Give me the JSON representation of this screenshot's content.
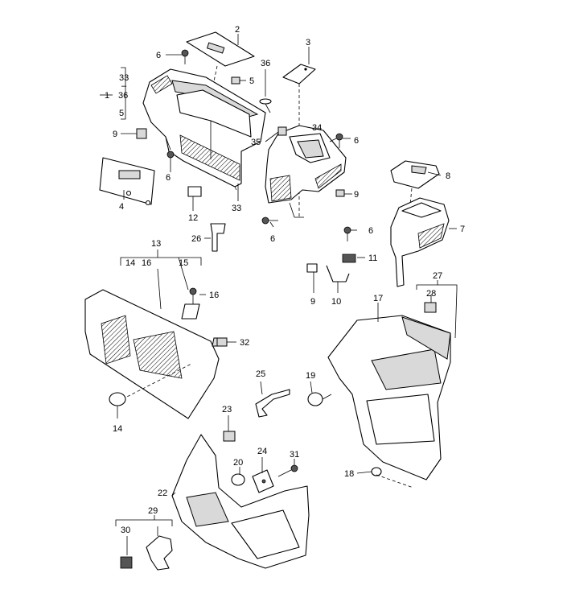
{
  "callouts": {
    "c1": "1",
    "c2": "2",
    "c3": "3",
    "c4": "4",
    "c5a": "5",
    "c5b": "5",
    "c6a": "6",
    "c6b": "6",
    "c6c": "6",
    "c6d": "6",
    "c6e": "6",
    "c7": "7",
    "c8": "8",
    "c9a": "9",
    "c9b": "9",
    "c9c": "9",
    "c10": "10",
    "c11": "11",
    "c12": "12",
    "c13": "13",
    "c14a": "14",
    "c14b": "14",
    "c15": "15",
    "c16a": "16",
    "c16b": "16",
    "c17": "17",
    "c18": "18",
    "c19": "19",
    "c20": "20",
    "c22": "22",
    "c23": "23",
    "c24": "24",
    "c25": "25",
    "c26": "26",
    "c27": "27",
    "c28": "28",
    "c29": "29",
    "c30": "30",
    "c31": "31",
    "c32": "32",
    "c33a": "33",
    "c33b": "33",
    "c34": "34",
    "c35": "35",
    "c36a": "36",
    "c36b": "36"
  },
  "group_separator": "–"
}
